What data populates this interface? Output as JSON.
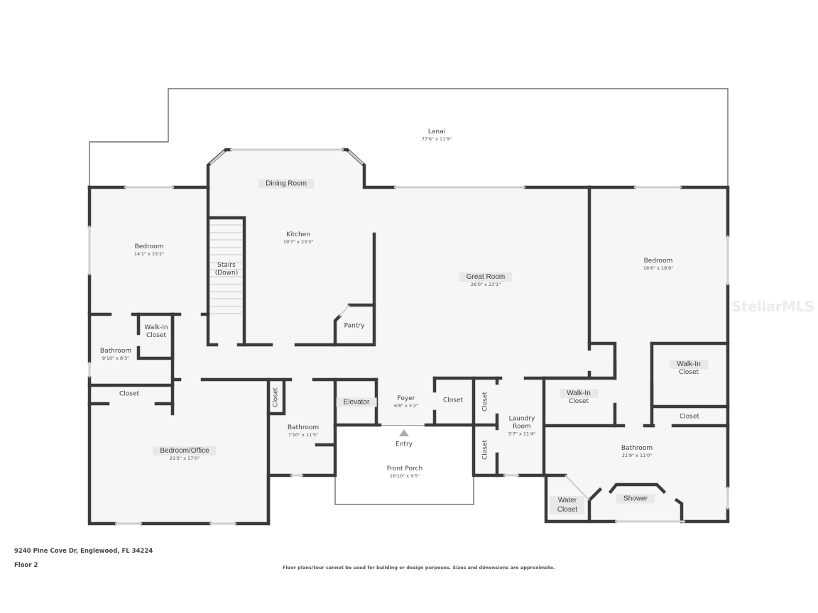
{
  "plan": {
    "floor_label": "Floor 2",
    "address": "9240 Pine Cove Dr, Englewood, FL 34224",
    "disclaimer": "Floor plans/tour cannot be used for building or design purposes. Sizes and dimensions are approximate.",
    "watermark": "StellarMLS",
    "colors": {
      "wall": "#3b3b3b",
      "floor": "#f6f6f6",
      "outdoor": "#f2f2f2",
      "chip": "#e8e8e8",
      "text": "#3c3c3c"
    }
  },
  "rooms": {
    "lanai": {
      "name": "Lanai",
      "dims": "77'6\" x 11'9\""
    },
    "dining": {
      "name": "Dining Room"
    },
    "kitchen": {
      "name": "Kitchen",
      "dims": "19'7\" x 23'3\""
    },
    "great_room": {
      "name": "Great Room",
      "dims": "26'0\" x 23'1\""
    },
    "bedroom_nw": {
      "name": "Bedroom",
      "dims": "14'1\" x 15'2\""
    },
    "bedroom_e": {
      "name": "Bedroom",
      "dims": "16'6\" x 18'9\""
    },
    "stairs": {
      "name_1": "Stairs",
      "name_2": "(Down)"
    },
    "pantry": {
      "name": "Pantry"
    },
    "walkin_w": {
      "name_1": "Walk-In",
      "name_2": "Closet"
    },
    "bath_w": {
      "name": "Bathroom",
      "dims": "9'10\" x 8'3\""
    },
    "closet_w": {
      "name": "Closet"
    },
    "bedroom_office": {
      "name": "Bedroom/Office",
      "dims": "21'2\" x 17'0\""
    },
    "closet_bath_mid": {
      "name": "Closet"
    },
    "bath_mid": {
      "name": "Bathroom",
      "dims": "7'10\" x 11'5\""
    },
    "elevator": {
      "name": "Elevator"
    },
    "foyer": {
      "name": "Foyer",
      "dims": "6'8\" x 5'2\""
    },
    "closet_foyer": {
      "name": "Closet"
    },
    "closet_v1": {
      "name": "Closet"
    },
    "closet_v2": {
      "name": "Closet"
    },
    "laundry": {
      "name_1": "Laundry",
      "name_2": "Room",
      "dims": "5'7\" x 11'4\""
    },
    "entry": {
      "name": "Entry"
    },
    "front_porch": {
      "name": "Front Porch",
      "dims": "16'10\" x 9'5\""
    },
    "walkin_e1": {
      "name_1": "Walk-In",
      "name_2": "Closet"
    },
    "walkin_e2": {
      "name_1": "Walk-In",
      "name_2": "Closet"
    },
    "closet_e": {
      "name": "Closet"
    },
    "bath_master": {
      "name": "Bathroom",
      "dims": "21'9\" x 11'0\""
    },
    "water_closet": {
      "name_1": "Water",
      "name_2": "Closet"
    },
    "shower": {
      "name": "Shower"
    }
  }
}
